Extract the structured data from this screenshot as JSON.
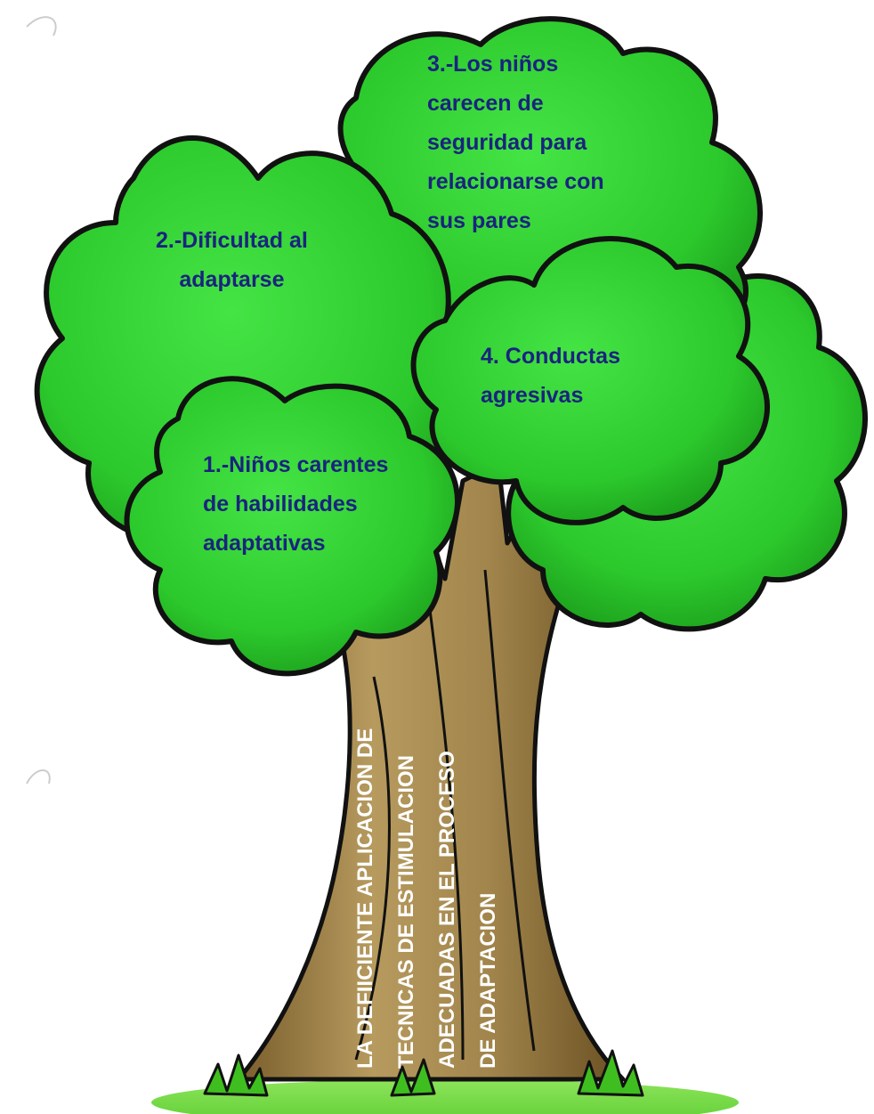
{
  "colors": {
    "foliage_light": "#3bdc3b",
    "foliage_dark": "#1ea21e",
    "trunk_light": "#a98b52",
    "trunk_dark": "#6e5424",
    "outline": "#111111",
    "label_text": "#1a237e",
    "trunk_text": "#ffffff",
    "grass": "#6bd840"
  },
  "leaves": [
    {
      "id": "1",
      "lines": [
        "1.-Niños carentes",
        "de habilidades",
        "adaptativas"
      ]
    },
    {
      "id": "2",
      "lines": [
        "2.-Dificultad al",
        "adaptarse"
      ]
    },
    {
      "id": "3",
      "lines": [
        "3.-Los niños",
        "carecen de",
        "seguridad para",
        "relacionarse con",
        "sus pares"
      ]
    },
    {
      "id": "4",
      "lines": [
        "4. Conductas",
        "agresivas"
      ]
    }
  ],
  "trunk": {
    "lines": [
      "LA DEFIICIENTE APLICACION DE",
      "TECNICAS DE ESTIMULACION",
      "ADECUADAS EN EL PROCESO",
      "DE ADAPTACION"
    ]
  }
}
